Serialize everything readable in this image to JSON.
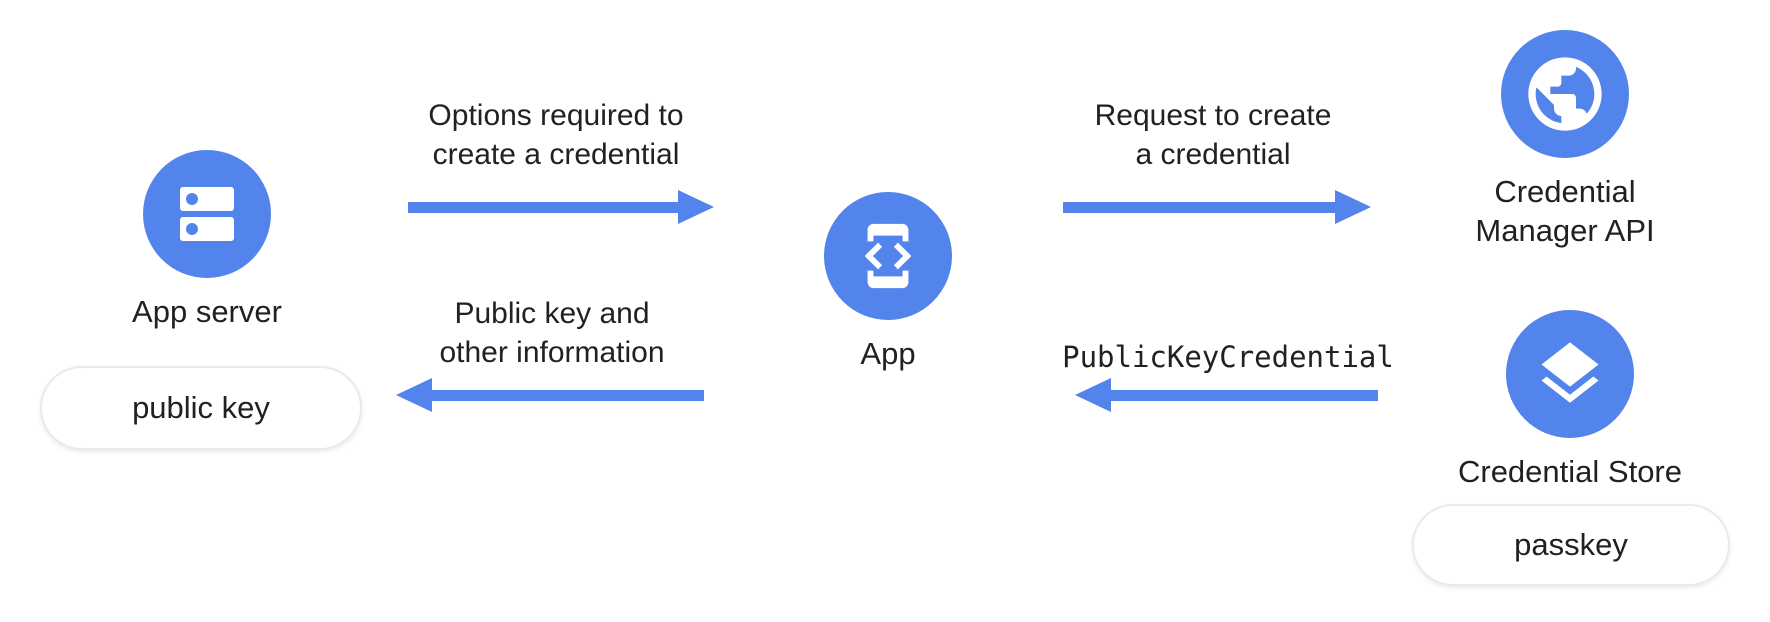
{
  "colors": {
    "accent": "#5384EC",
    "text": "#202124",
    "pill_background": "#FFFFFF",
    "pill_border": "#E8EAED"
  },
  "nodes": {
    "app_server": {
      "label": "App server",
      "badge": "public key",
      "icon": "server-icon"
    },
    "app": {
      "label": "App",
      "icon": "phone-code-icon"
    },
    "credential_manager_api": {
      "label_line1": "Credential",
      "label_line2": "Manager API",
      "icon": "globe-icon"
    },
    "credential_store": {
      "label": "Credential Store",
      "badge": "passkey",
      "icon": "layers-icon"
    }
  },
  "arrows": {
    "options_to_app": {
      "label_line1": "Options required to",
      "label_line2": "create a credential",
      "direction": "right"
    },
    "request_to_credential_manager": {
      "label_line1": "Request to create",
      "label_line2": "a credential",
      "direction": "right"
    },
    "publickeycredential_to_app": {
      "label": "PublicKeyCredential",
      "direction": "left"
    },
    "publickey_to_server": {
      "label_line1": "Public key and",
      "label_line2": "other information",
      "direction": "left"
    }
  }
}
